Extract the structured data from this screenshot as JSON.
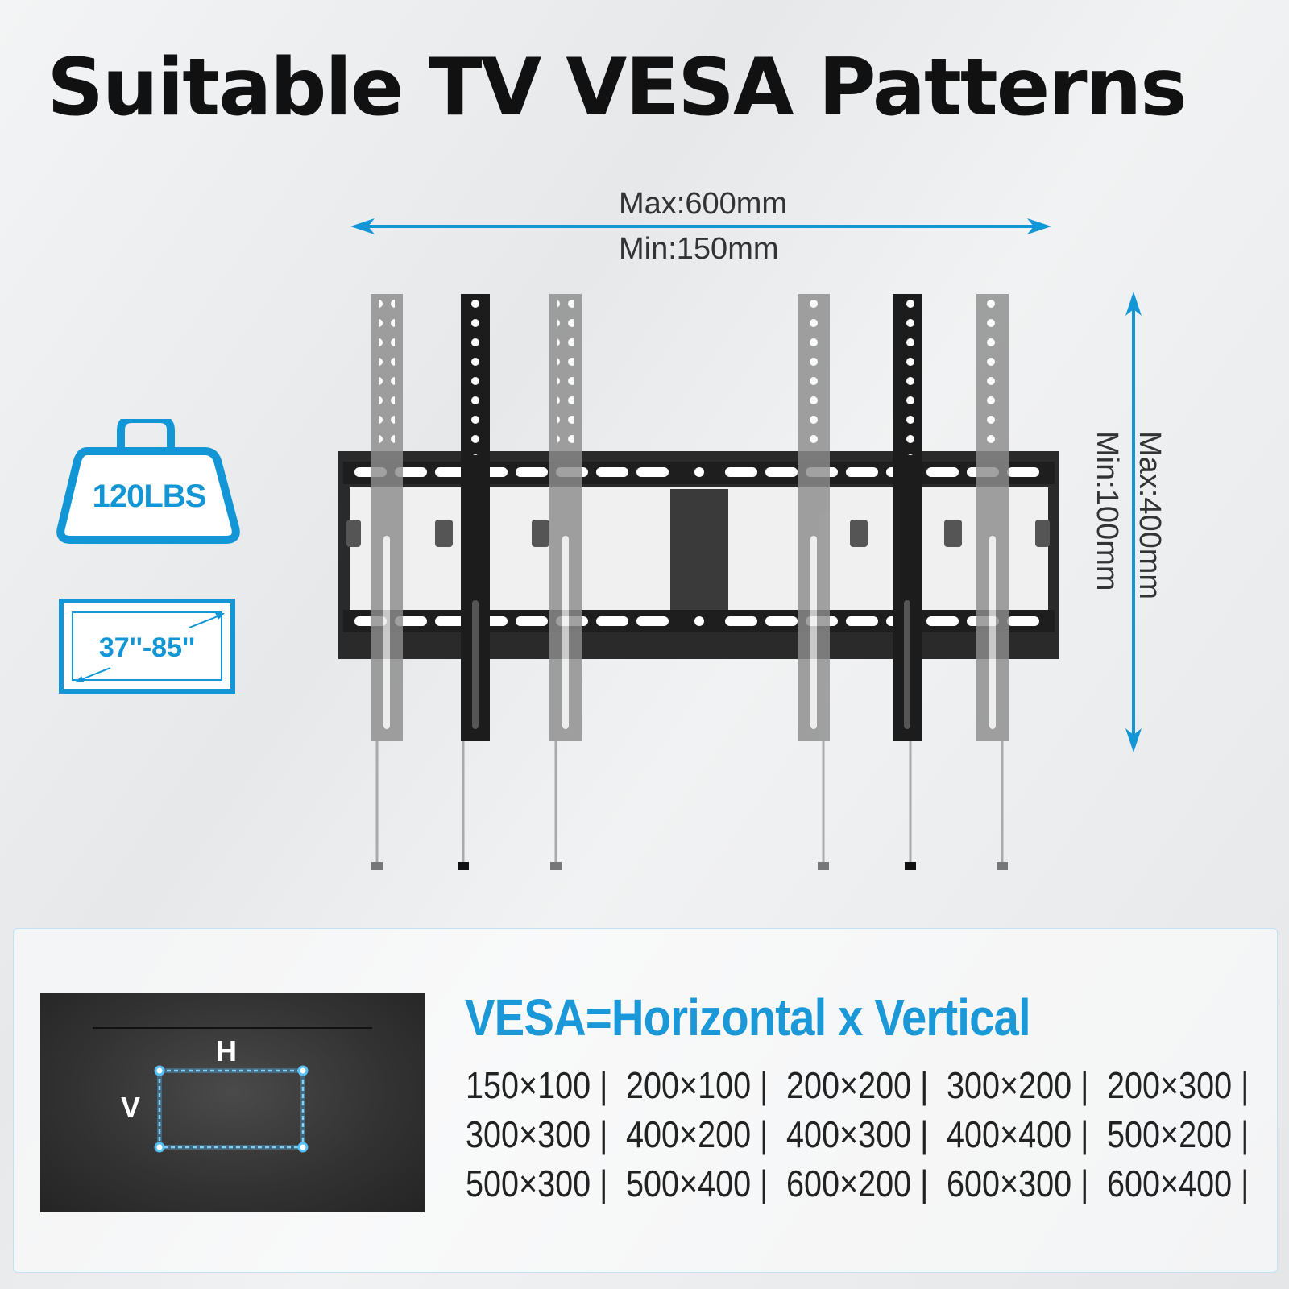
{
  "title": "Suitable TV VESA Patterns",
  "horizontal": {
    "max": "Max:600mm",
    "min": "Min:150mm"
  },
  "vertical": {
    "max": "Max:400mm",
    "min": "Min:100mm"
  },
  "weight_badge": {
    "label": "120LBS"
  },
  "size_badge": {
    "label": "37''-85''"
  },
  "tv_diagram": {
    "h_label": "H",
    "v_label": "V"
  },
  "formula": "VESA=Horizontal x Vertical",
  "vesa_rows": [
    [
      "150×100 |",
      "200×100 |",
      "200×200 |",
      "300×200 |",
      "200×300 |"
    ],
    [
      "300×300 |",
      "400×200 |",
      "400×300 |",
      "400×400 |",
      "500×200 |"
    ],
    [
      "500×300 |",
      "500×400 |",
      "600×200 |",
      "600×300 |",
      "600×400 |"
    ]
  ],
  "colors": {
    "accent": "#1296d6",
    "bracket_dark": "#1c1c1c",
    "bracket_ghost": "#8a8a8a"
  }
}
